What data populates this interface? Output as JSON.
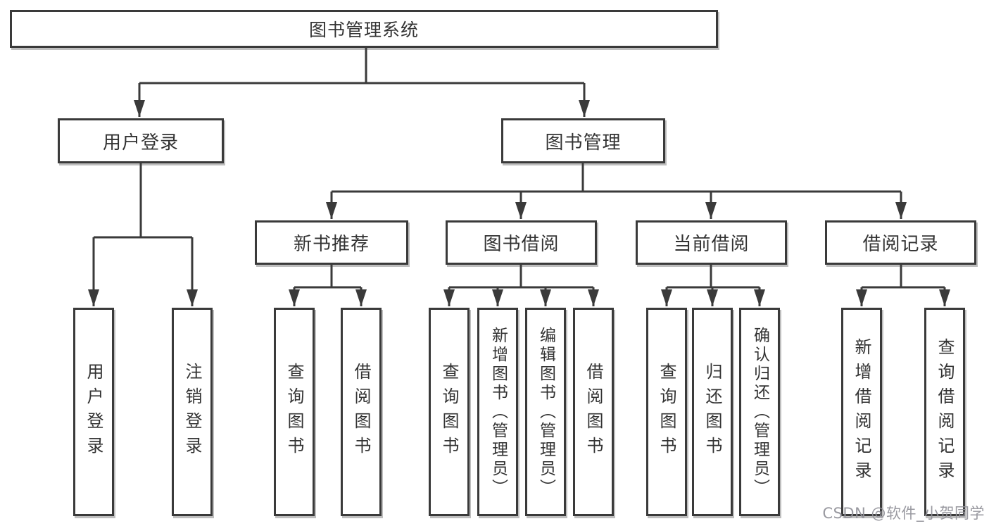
{
  "diagram": {
    "title": "图书管理系统",
    "nodes": {
      "root": "图书管理系统",
      "user_login": "用户登录",
      "book_mgmt": "图书管理",
      "new_book_rec": "新书推荐",
      "book_borrow": "图书借阅",
      "current_borrow": "当前借阅",
      "borrow_records": "借阅记录",
      "leaf_user_login": "用户登录",
      "leaf_logout": "注销登录",
      "leaf_query_book_rec": "查询图书",
      "leaf_borrow_book_rec": "借阅图书",
      "leaf_query_book_borrow": "查询图书",
      "leaf_add_book": "新增图书（管理员）",
      "leaf_edit_book": "编辑图书（管理员）",
      "leaf_borrow_book_borrow": "借阅图书",
      "leaf_query_book_current": "查询图书",
      "leaf_return_book": "归还图书",
      "leaf_confirm_return": "确认归还（管理员）",
      "leaf_add_record": "新增借阅记录",
      "leaf_query_record": "查询借阅记录"
    },
    "hierarchy": {
      "图书管理系统": {
        "用户登录": [
          "用户登录",
          "注销登录"
        ],
        "图书管理": {
          "新书推荐": [
            "查询图书",
            "借阅图书"
          ],
          "图书借阅": [
            "查询图书",
            "新增图书（管理员）",
            "编辑图书（管理员）",
            "借阅图书"
          ],
          "当前借阅": [
            "查询图书",
            "归还图书",
            "确认归还（管理员）"
          ],
          "借阅记录": [
            "新增借阅记录",
            "查询借阅记录"
          ]
        }
      }
    }
  },
  "watermark": "CSDN @软件_小贺同学",
  "colors": {
    "line": "#3a3a3a",
    "box_border": "#3a3a3a",
    "text": "#333333",
    "background": "#ffffff",
    "watermark": "#94949b"
  }
}
